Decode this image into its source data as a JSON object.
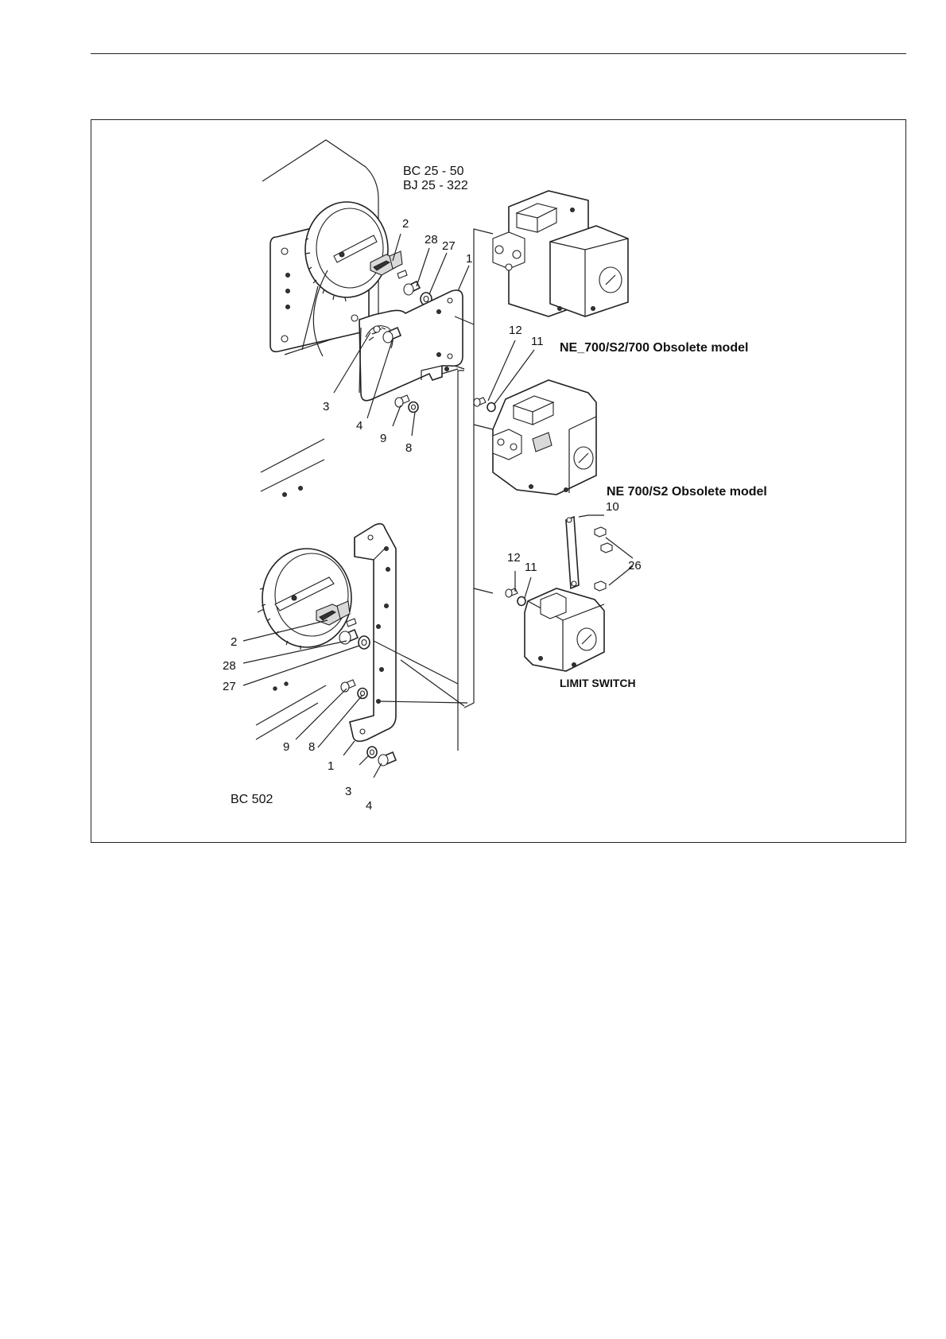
{
  "figure": {
    "model_bc25": "BC 25 - 50",
    "model_bj25": "BJ 25 - 322",
    "model_bc502": "BC 502",
    "note_ne700_s2_700": "NE_700/S2/700 Obsolete model",
    "note_ne700_s2": "NE 700/S2 Obsolete model",
    "limit_switch": "LIMIT SWITCH",
    "callouts_upper": [
      "2",
      "28",
      "27",
      "1",
      "3",
      "4",
      "9",
      "8"
    ],
    "callouts_actuator": [
      "12",
      "11",
      "10",
      "26",
      "12",
      "11"
    ],
    "callouts_lower": [
      "2",
      "28",
      "27",
      "9",
      "8",
      "1",
      "3",
      "4"
    ]
  }
}
